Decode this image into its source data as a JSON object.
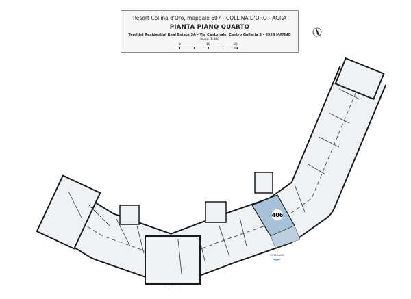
{
  "title_block": {
    "project": "Resort Collina d'Oro, mappale 607 - COLLINA D'ORO - AGRA",
    "plan_title": "PIANTA PIANO QUARTO",
    "company": "Tarchini Residential Real Estate SA - Via Cantonale, Centro Galleria 3 - 6928 MANNO",
    "scale_text": "Scala: 1:500",
    "scale_ticks": [
      "0",
      "10",
      "20 m"
    ]
  },
  "north_arrow": {
    "icon": "north-arrow-icon"
  },
  "plan": {
    "highlighted_unit": "406",
    "view_label": "VISTA LAGO",
    "colors": {
      "highlight": "#a7c2d8",
      "floor": "#eef2f5",
      "wall": "#1a1a1a"
    }
  }
}
